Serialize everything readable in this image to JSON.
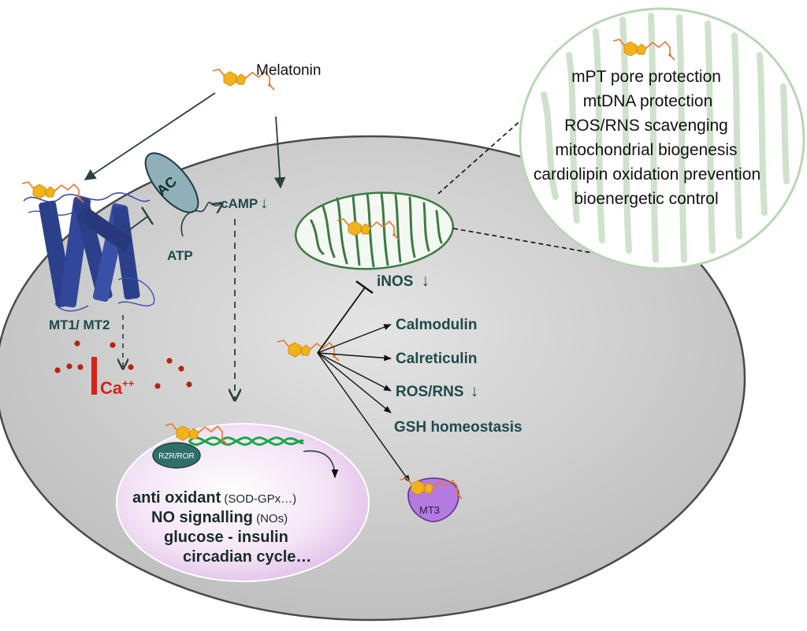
{
  "diagram": {
    "melatonin": "Melatonin",
    "receptor": {
      "label": "MT1/ MT2",
      "calcium": "Ca",
      "calcium_charge": "++"
    },
    "adenylyl_cyclase": {
      "label": "AC",
      "atp": "ATP",
      "camp": "cAMP",
      "camp_arrow": "↓"
    },
    "mitochondrion": {
      "functions": [
        "mPT pore protection",
        "mtDNA protection",
        "ROS/RNS scavenging",
        "mitochondrial biogenesis",
        "cardiolipin oxidation prevention",
        "bioenergetic control"
      ]
    },
    "cytosol": {
      "inos": "iNOS",
      "inos_arrow": "↓",
      "targets": [
        "Calmodulin",
        "Calreticulin",
        "ROS/RNS",
        "GSH homeostasis"
      ],
      "ros_arrow": "↓",
      "mt3": "MT3"
    },
    "nucleus": {
      "receptor": "RZR/ROR",
      "lines": [
        {
          "main": "anti oxidant",
          "sub": " (SOD-GPx…)"
        },
        {
          "main": "NO signalling",
          "sub": " (NOs)"
        },
        {
          "main": "glucose - insulin",
          "sub": ""
        },
        {
          "main": "circadian cycle…",
          "sub": ""
        }
      ]
    },
    "colors": {
      "cell_fill": "#cfcfcf",
      "cell_stroke": "#4a4a4a",
      "melatonin_ring": "#f2b21b",
      "melatonin_chain": "#e8752b",
      "receptor_blue": "#2c3f8a",
      "mito_green": "#3e7a44",
      "mito_light": "#b9d6b5",
      "calcium_red": "#d8221a",
      "nucleus_pink": "#e7c8ee",
      "dna_green": "#1aa84a",
      "mt3_purple": "#b57ae0",
      "text_teal": "#1f4a4a"
    }
  }
}
